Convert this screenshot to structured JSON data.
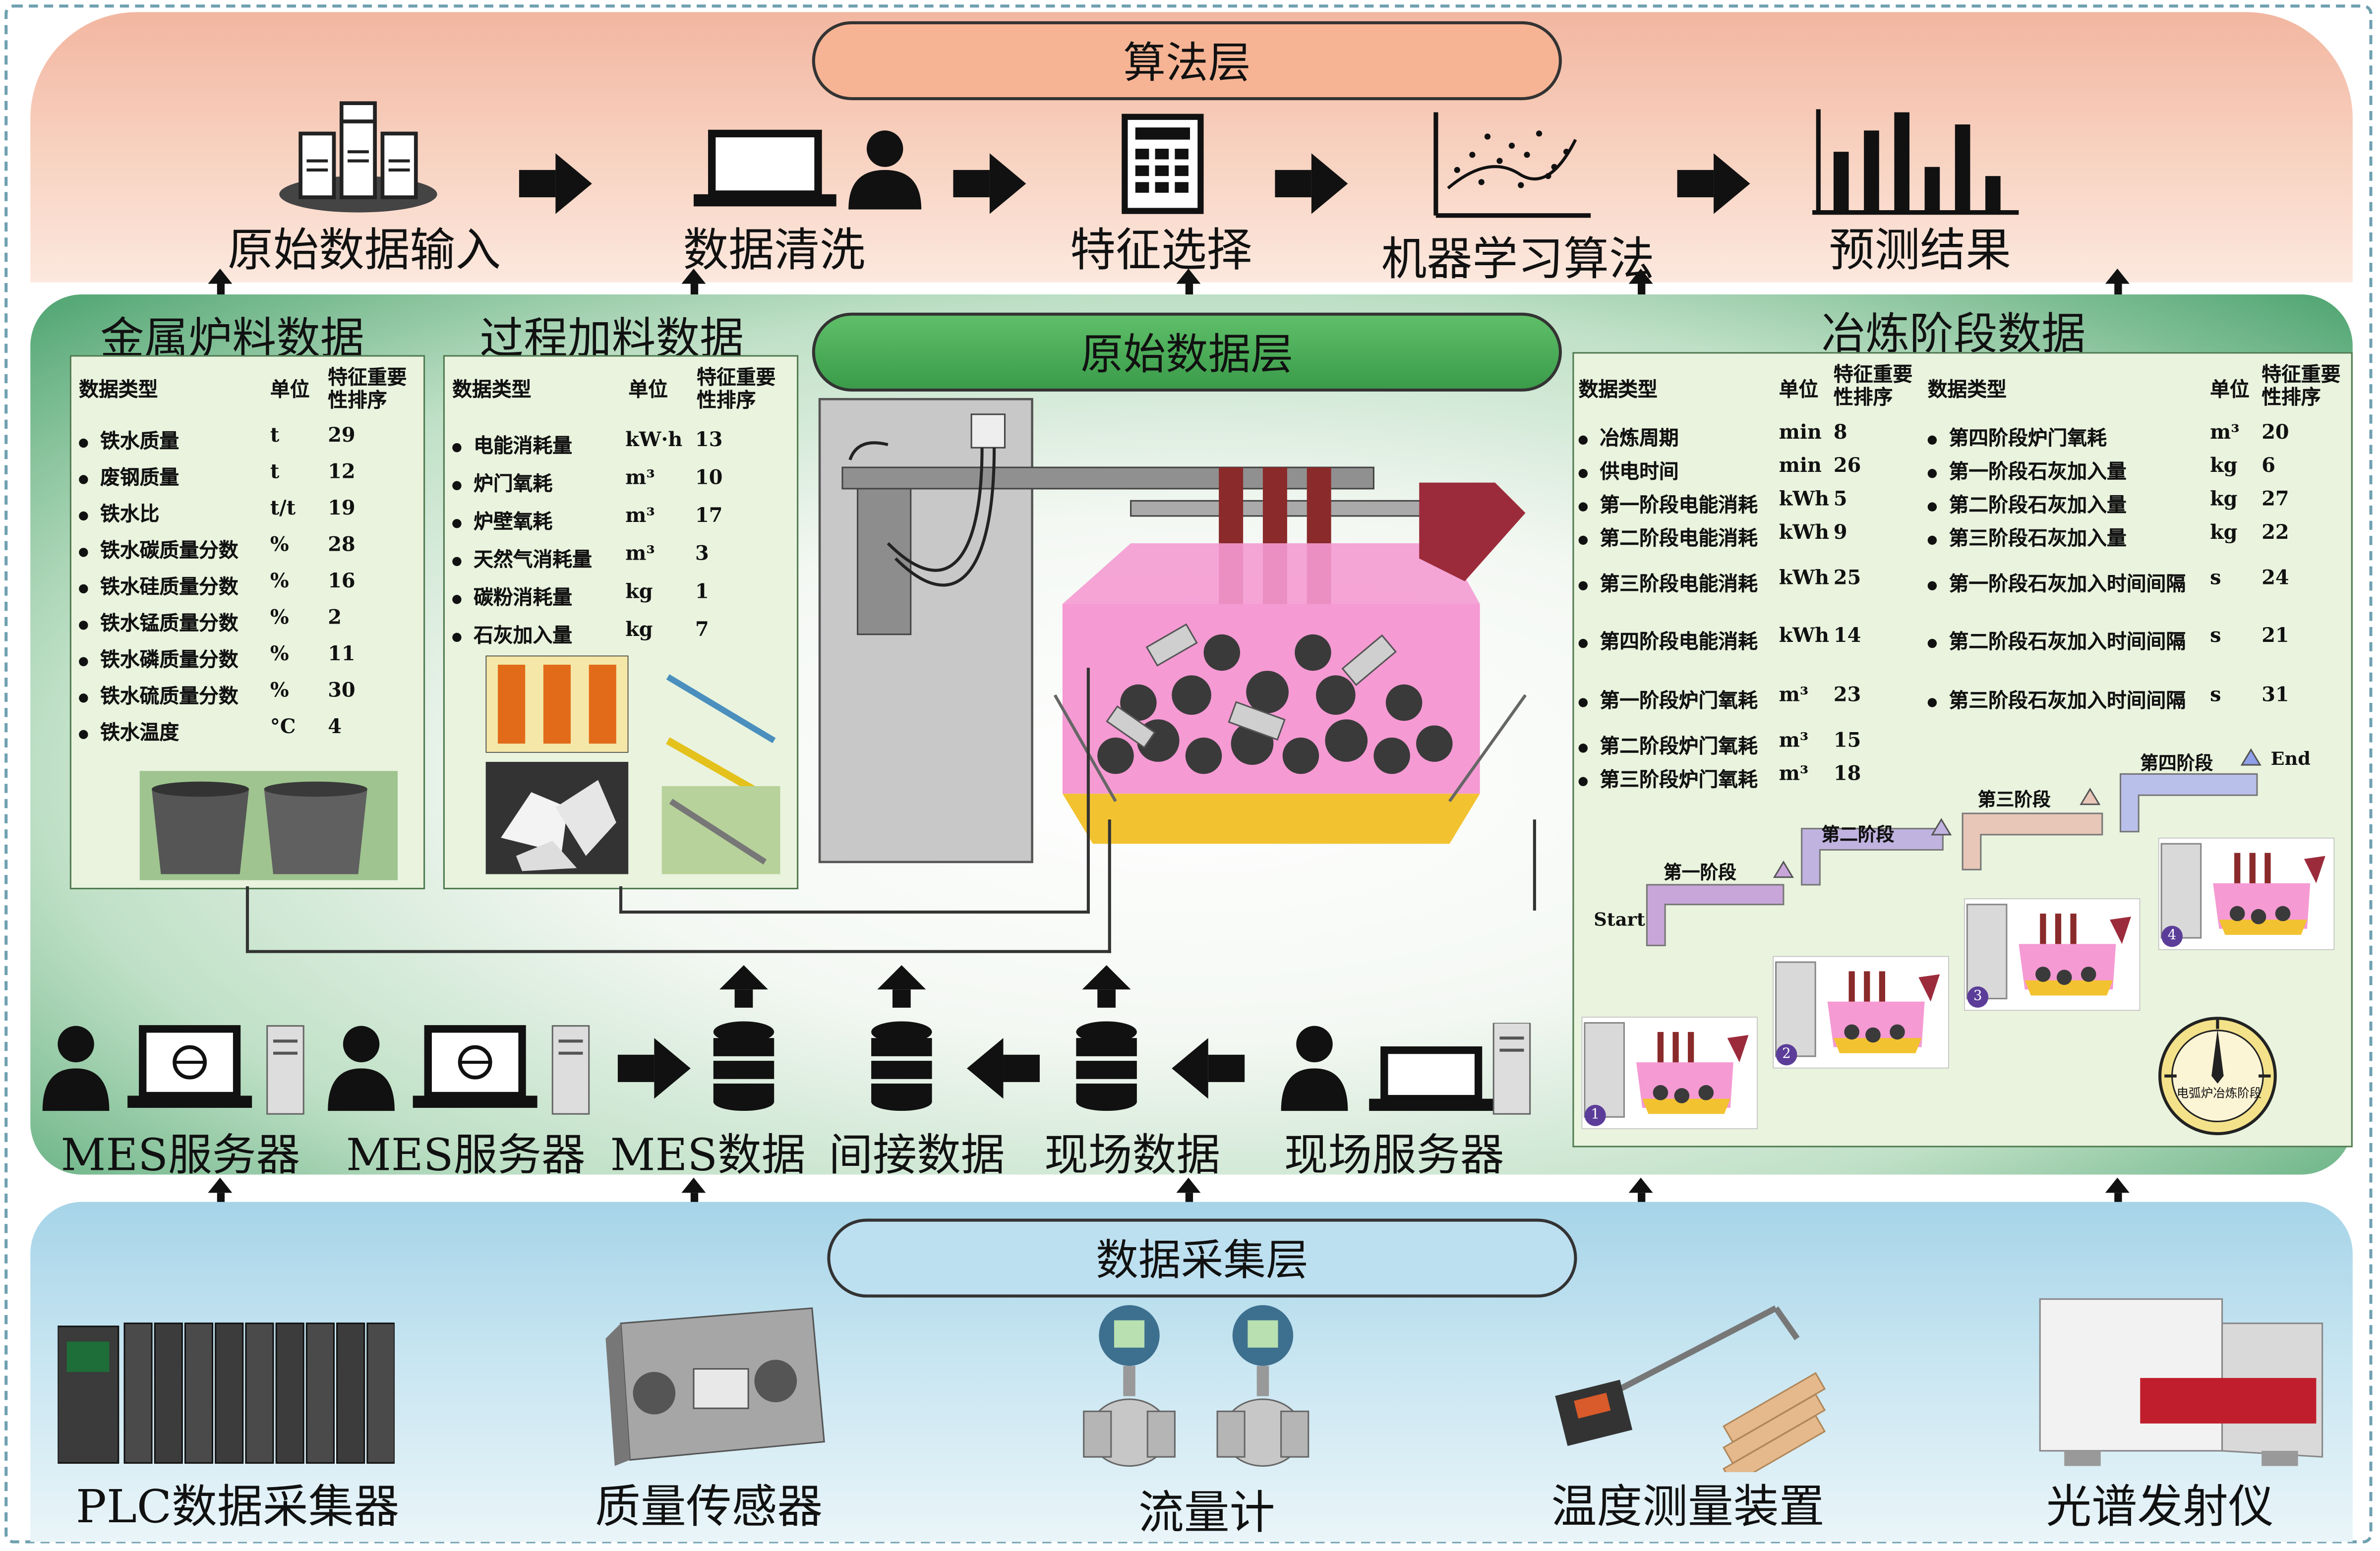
{
  "algorithm_layer": {
    "title": "算法层",
    "stages": [
      "原始数据输入",
      "数据清洗",
      "特征选择",
      "机器学习算法",
      "预测结果"
    ]
  },
  "raw_layer": {
    "title": "原始数据层",
    "metal": {
      "title": "金属炉料数据",
      "headers": {
        "type": "数据类型",
        "unit": "单位",
        "rank": "特征重要性排序"
      },
      "rows": [
        {
          "name": "铁水质量",
          "unit": "t",
          "rank": "29"
        },
        {
          "name": "废钢质量",
          "unit": "t",
          "rank": "12"
        },
        {
          "name": "铁水比",
          "unit": "t/t",
          "rank": "19"
        },
        {
          "name": "铁水碳质量分数",
          "unit": "%",
          "rank": "28"
        },
        {
          "name": "铁水硅质量分数",
          "unit": "%",
          "rank": "16"
        },
        {
          "name": "铁水锰质量分数",
          "unit": "%",
          "rank": "2"
        },
        {
          "name": "铁水磷质量分数",
          "unit": "%",
          "rank": "11"
        },
        {
          "name": "铁水硫质量分数",
          "unit": "%",
          "rank": "30"
        },
        {
          "name": "铁水温度",
          "unit": "°C",
          "rank": "4"
        }
      ]
    },
    "process": {
      "title": "过程加料数据",
      "headers": {
        "type": "数据类型",
        "unit": "单位",
        "rank": "特征重要性排序"
      },
      "rows": [
        {
          "name": "电能消耗量",
          "unit": "kW·h",
          "rank": "13"
        },
        {
          "name": "炉门氧耗",
          "unit": "m³",
          "rank": "10"
        },
        {
          "name": "炉壁氧耗",
          "unit": "m³",
          "rank": "17"
        },
        {
          "name": "天然气消耗量",
          "unit": "m³",
          "rank": "3"
        },
        {
          "name": "碳粉消耗量",
          "unit": "kg",
          "rank": "1"
        },
        {
          "name": "石灰加入量",
          "unit": "kg",
          "rank": "7"
        }
      ]
    },
    "smelting": {
      "title": "冶炼阶段数据",
      "headers": {
        "type": "数据类型",
        "unit": "单位",
        "rank": "特征重要性排序"
      },
      "left_rows": [
        {
          "name": "冶炼周期",
          "unit": "min",
          "rank": "8"
        },
        {
          "name": "供电时间",
          "unit": "min",
          "rank": "26"
        },
        {
          "name": "第一阶段电能消耗",
          "unit": "kWh",
          "rank": "5"
        },
        {
          "name": "第二阶段电能消耗",
          "unit": "kWh",
          "rank": "9"
        },
        {
          "name": "第三阶段电能消耗",
          "unit": "kWh",
          "rank": "25"
        },
        {
          "name": "第四阶段电能消耗",
          "unit": "kWh",
          "rank": "14"
        },
        {
          "name": "第一阶段炉门氧耗",
          "unit": "m³",
          "rank": "23"
        },
        {
          "name": "第二阶段炉门氧耗",
          "unit": "m³",
          "rank": "15"
        },
        {
          "name": "第三阶段炉门氧耗",
          "unit": "m³",
          "rank": "18"
        }
      ],
      "right_rows": [
        {
          "name": "第四阶段炉门氧耗",
          "unit": "m³",
          "rank": "20"
        },
        {
          "name": "第一阶段石灰加入量",
          "unit": "kg",
          "rank": "6"
        },
        {
          "name": "第二阶段石灰加入量",
          "unit": "kg",
          "rank": "27"
        },
        {
          "name": "第三阶段石灰加入量",
          "unit": "kg",
          "rank": "22"
        },
        {
          "name": "第一阶段石灰加入时间间隔",
          "unit": "s",
          "rank": "24"
        },
        {
          "name": "第二阶段石灰加入时间间隔",
          "unit": "s",
          "rank": "21"
        },
        {
          "name": "第三阶段石灰加入时间间隔",
          "unit": "s",
          "rank": "31"
        }
      ],
      "steps": [
        "Start",
        "第一阶段",
        "第二阶段",
        "第三阶段",
        "第四阶段",
        "End"
      ],
      "furnace_numbers": [
        "1",
        "2",
        "3",
        "4"
      ],
      "dial_text": "电弧炉冶炼阶段"
    },
    "sources": [
      "MES服务器",
      "MES服务器",
      "MES数据",
      "间接数据",
      "现场数据",
      "现场服务器"
    ]
  },
  "acquisition_layer": {
    "title": "数据采集层",
    "devices": [
      "PLC数据采集器",
      "质量传感器",
      "流量计",
      "温度测量装置",
      "光谱发射仪"
    ]
  },
  "colors": {
    "algorithm_bg": "#f8d3c2",
    "algorithm_pill": "#f6b494",
    "raw_bg": "#4ea470",
    "raw_pill": "#3a9b49",
    "panel_bg": "#e9f3de",
    "acquisition_bg": "#c7e5f1",
    "acquisition_pill": "#bde0f0",
    "furnace_pink": "#f59ad3",
    "furnace_gold": "#f2c230"
  }
}
